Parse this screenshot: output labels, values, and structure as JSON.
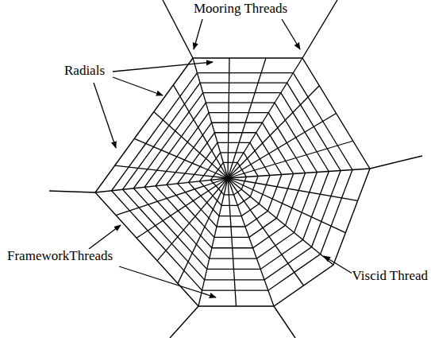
{
  "diagram": {
    "labels": [
      "Mooring Threads",
      "Radials",
      "Viscid Thread",
      "FrameworkThreads"
    ]
  }
}
